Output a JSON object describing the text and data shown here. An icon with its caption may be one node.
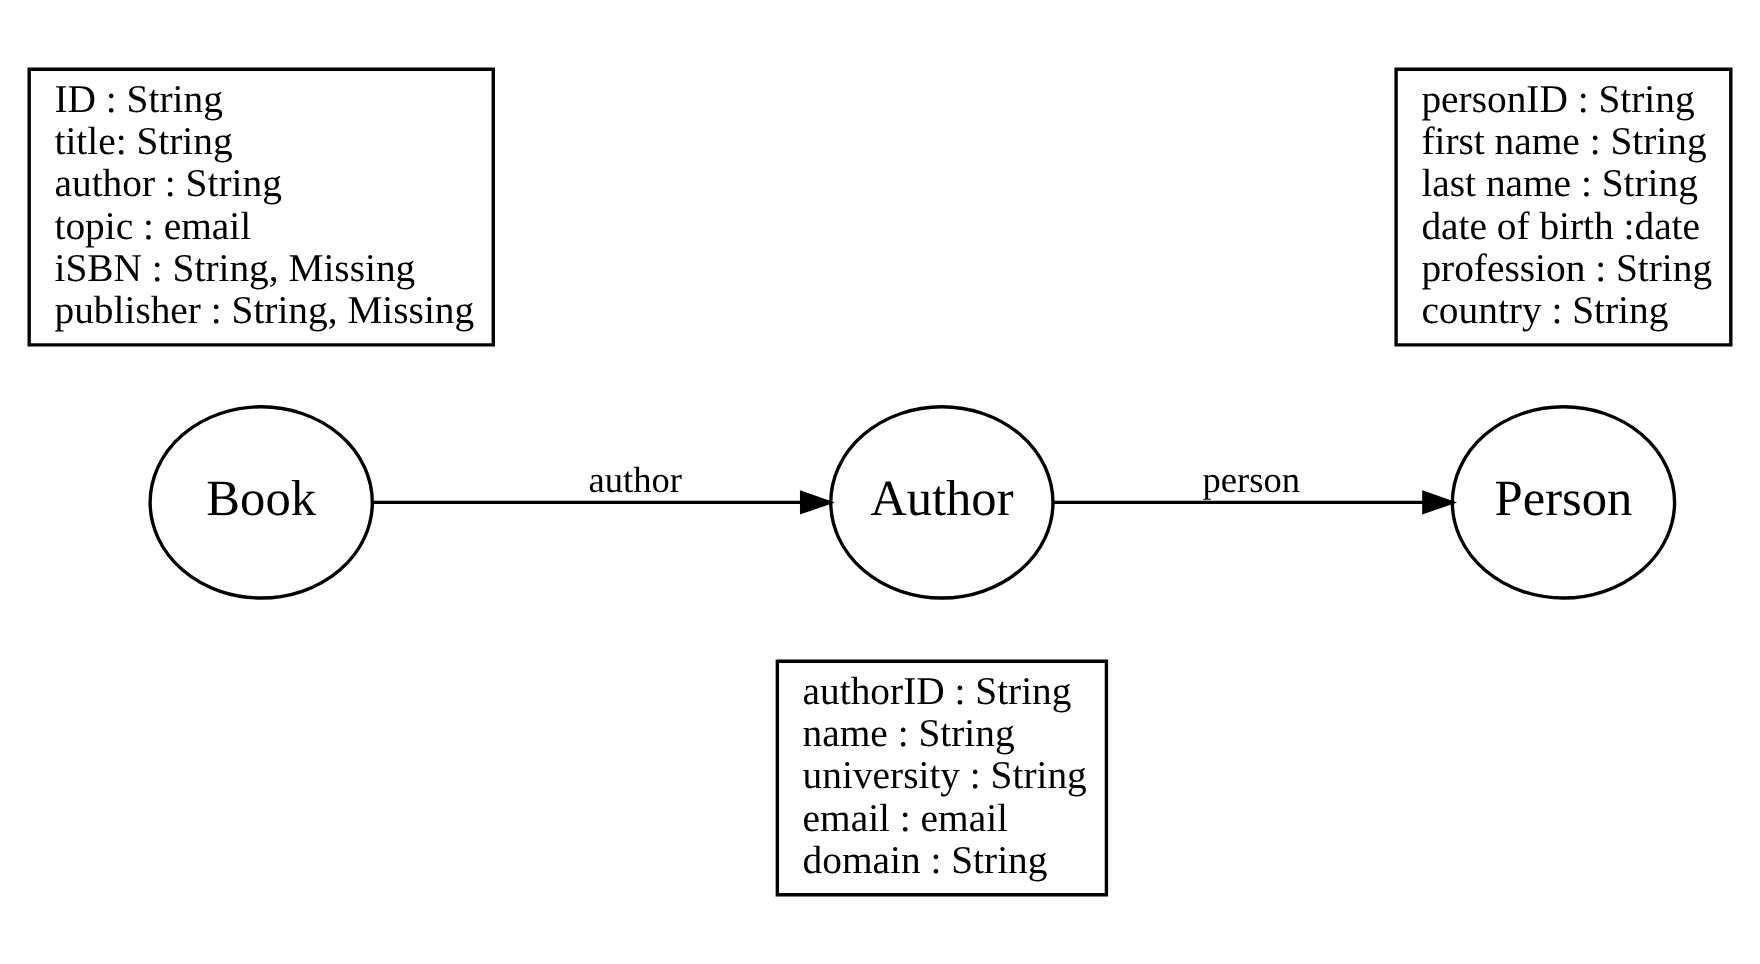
{
  "diagram": {
    "nodes": [
      {
        "text": [
          "authorID : String",
          "name : String",
          "university : String",
          "email : email",
          "domain : String"
        ]
      },
      {
        "text": [
          "Author"
        ]
      },
      {
        "text": [
          "ID : String",
          "title: String",
          "author : String",
          "topic : email",
          "iSBN : String, Missing",
          "publisher : String, Missing"
        ]
      },
      {
        "text": [
          "personID : String",
          "first name : String",
          "last name : String",
          "date of birth :date",
          "profession : String",
          "country : String"
        ]
      },
      {
        "text": [
          "Person"
        ]
      },
      {
        "text": [
          "Book"
        ]
      }
    ],
    "edges": [
      {
        "from": 5,
        "to": 1,
        "arrow": "to",
        "label": "author"
      },
      {
        "from": 1,
        "to": 4,
        "arrow": "to",
        "label": "person"
      }
    ]
  }
}
